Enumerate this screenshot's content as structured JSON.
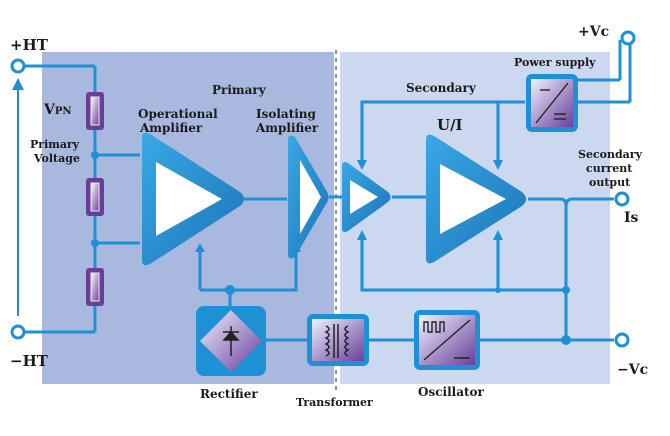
{
  "labels": {
    "plus_ht": "+HT",
    "minus_ht": "−HT",
    "plus_vc": "+Vc",
    "minus_vc": "−Vc",
    "vpn_main": "V",
    "vpn_sub": "PN",
    "primary_voltage_line1": "Primary",
    "primary_voltage_line2": "Voltage",
    "primary": "Primary",
    "secondary": "Secondary",
    "op_amp_line1": "Operational",
    "op_amp_line2": "Amplifier",
    "iso_amp_line1": "Isolating",
    "iso_amp_line2": "Amplifier",
    "ui": "U/I",
    "power_supply": "Power supply",
    "secondary_output_line1": "Secondary",
    "secondary_output_line2": "current",
    "secondary_output_line3": "output",
    "is": "Is",
    "rectifier": "Rectifier",
    "transformer": "Transformer",
    "oscillator": "Oscillator"
  },
  "colors": {
    "primary_region": "#a8b8de",
    "secondary_region": "#ccd8ef",
    "wire": "#1e90d6",
    "amplifier_fill": "#2c9fe0",
    "amplifier_inner": "#ffffff",
    "component_purple": "#6a3d9a",
    "text": "#1a1a1a"
  },
  "icons": {
    "rectifier": "diode-bridge-icon",
    "transformer": "transformer-coils-icon",
    "oscillator": "square-wave-icon",
    "power_supply": "dc-converter-icon"
  }
}
